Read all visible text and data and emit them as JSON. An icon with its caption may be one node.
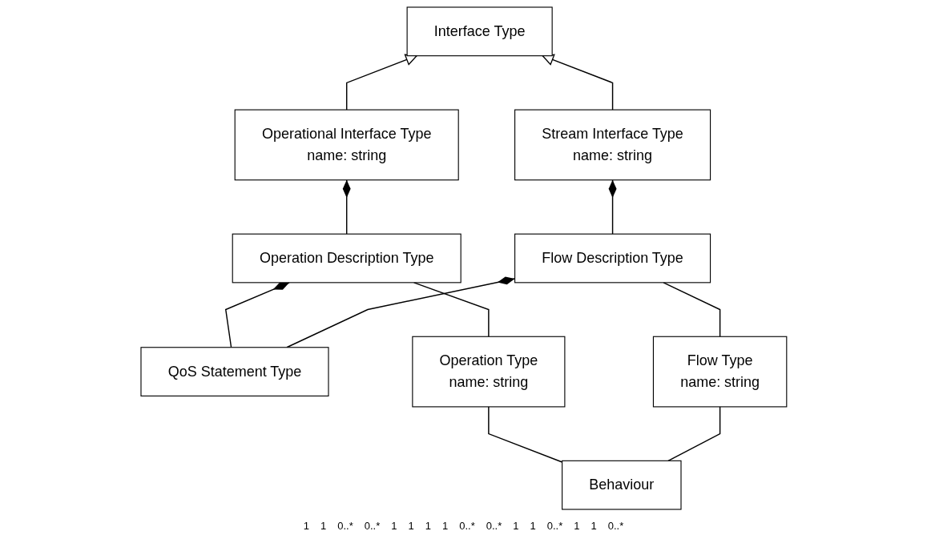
{
  "diagram": {
    "nodes": [
      {
        "text": [
          "Interface Type"
        ]
      },
      {
        "text": [
          "Operational Interface Type",
          "name: string"
        ]
      },
      {
        "text": [
          "Stream Interface Type",
          "name: string"
        ]
      },
      {
        "text": [
          "Operation Description Type"
        ]
      },
      {
        "text": [
          "QoS Statement Type"
        ]
      },
      {
        "text": [
          "Flow Description Type"
        ]
      },
      {
        "text": [
          "Operation Type",
          "name: string"
        ]
      },
      {
        "text": [
          "Behaviour"
        ]
      },
      {
        "text": [
          "Flow Type",
          "name: string"
        ]
      }
    ],
    "edges": [
      {
        "from": 1,
        "to": 0,
        "arrow": "to"
      },
      {
        "from": 2,
        "to": 0,
        "arrow": "to"
      },
      {
        "from": 3,
        "to": 1,
        "arrow": "other"
      },
      {
        "from": 5,
        "to": 2,
        "arrow": "other"
      },
      {
        "from": 4,
        "to": 3,
        "arrow": "other"
      },
      {
        "from": 4,
        "to": 5,
        "arrow": "other"
      },
      {
        "from": 6,
        "to": 3,
        "arrow": "none"
      },
      {
        "from": 8,
        "to": 5,
        "arrow": "none"
      },
      {
        "from": 7,
        "to": 6,
        "arrow": "none"
      },
      {
        "from": 7,
        "to": 8,
        "arrow": "none"
      }
    ],
    "labels": [
      "1",
      "1",
      "0..*",
      "0..*",
      "1",
      "1",
      "1",
      "1",
      "0..*",
      "0..*",
      "1",
      "1",
      "0..*",
      "1",
      "1",
      "0..*"
    ]
  }
}
